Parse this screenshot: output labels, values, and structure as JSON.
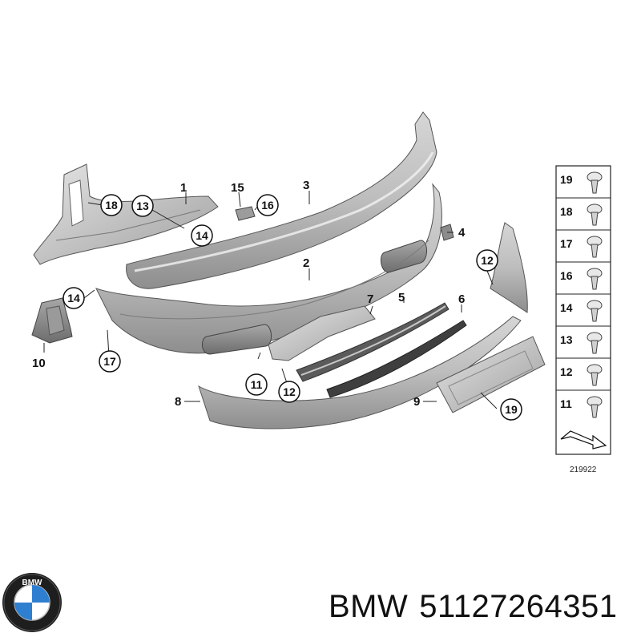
{
  "diagram": {
    "part_labels": {
      "p1": "1",
      "p2": "2",
      "p3": "3",
      "p4": "4",
      "p5": "5",
      "p6": "6",
      "p7": "7",
      "p8": "8",
      "p9": "9",
      "p10": "10",
      "c11": "11",
      "c12a": "12",
      "c12b": "12",
      "c13": "13",
      "c14a": "14",
      "c14b": "14",
      "p15": "15",
      "c16": "16",
      "c17": "17",
      "c18": "18",
      "c19": "19"
    },
    "fastener_panel": {
      "items": [
        "19",
        "18",
        "17",
        "16",
        "14",
        "13",
        "12",
        "11"
      ]
    },
    "diagram_number": "219922"
  },
  "footer": {
    "brand": "BMW",
    "part_number": "51127264351",
    "logo_letters": "BMW"
  }
}
